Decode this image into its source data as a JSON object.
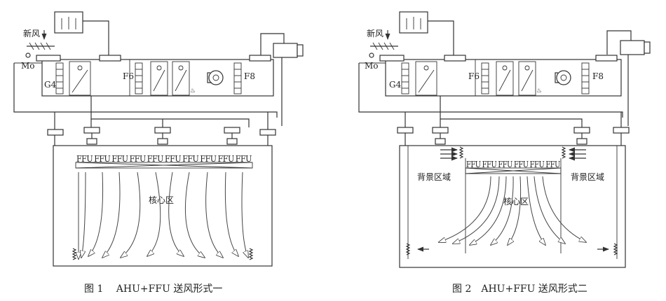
{
  "figure1": {
    "caption": "图 1　 AHU+FFU 送风形式一",
    "fresh_air_label": "新风",
    "motor_label": "Mo",
    "filter_labels": [
      "G4",
      "F6",
      "F8"
    ],
    "ffu_label": "FFU",
    "ffu_count": 10,
    "core_zone_label": "核心区"
  },
  "figure2": {
    "caption": "图 2　AHU+FFU 送风形式二",
    "fresh_air_label": "新风",
    "motor_label": "Mo",
    "filter_labels": [
      "G4",
      "F6",
      "F8"
    ],
    "ffu_label": "FFU",
    "ffu_count": 6,
    "background_zone_left": "背景区域",
    "background_zone_right": "背景区域",
    "core_zone_label": "核心区"
  },
  "colors": {
    "line": "#333333",
    "background": "#ffffff"
  }
}
